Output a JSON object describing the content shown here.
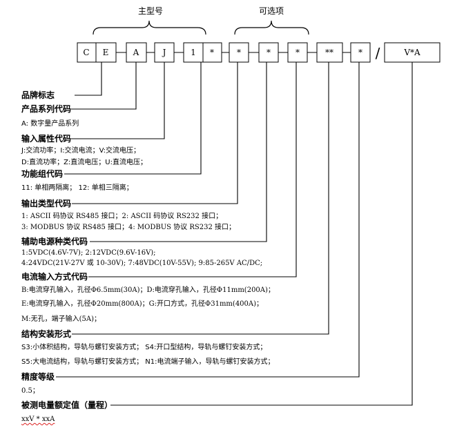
{
  "groups": {
    "main": "主型号",
    "optional": "可选项"
  },
  "boxes": [
    "C",
    "E",
    "A",
    "J",
    "1",
    "*",
    "*",
    "*",
    "*",
    "**",
    "*",
    "V*A"
  ],
  "slash": "/",
  "sections": {
    "brand": {
      "title": "品牌标志"
    },
    "series": {
      "title": "产品系列代码",
      "lines": [
        "A: 数字量产品系列"
      ]
    },
    "input_attr": {
      "title": "输入属性代码",
      "lines": [
        "J:交流功率；I:交流电流；V:交流电压；",
        "D:直流功率；Z:直流电压；U:直流电压；"
      ]
    },
    "function": {
      "title": "功能组代码",
      "lines": [
        "11: 单相两隔离；  12: 单相三隔离；"
      ]
    },
    "output": {
      "title": "输出类型代码",
      "lines": [
        "1: ASCII 码协议 RS485 接口；2: ASCII 码协议 RS232 接口；",
        "3: MODBUS 协议 RS485 接口；4: MODBUS 协议 RS232 接口；"
      ]
    },
    "aux_power": {
      "title": "辅助电源种类代码",
      "lines": [
        "1:5VDC(4.6V-7V);    2:12VDC(9.6V-16V);",
        "4:24VDC(21V-27V 或 10-30V);  7:48VDC(10V-55V);   9:85-265V AC/DC;"
      ]
    },
    "current_in": {
      "title": "电流输入方式代码",
      "lines": [
        "B:电流穿孔输入，孔径Φ6.5mm(30A)；D:电流穿孔输入，孔径Φ11mm(200A)；",
        "E:电流穿孔输入，孔径Φ20mm(800A)；G:开口方式，孔径Φ31mm(400A)；",
        "M:无孔，端子输入(5A)；"
      ]
    },
    "install": {
      "title": "结构安装形式",
      "lines": [
        "S3:小体积结构，导轨与螺钉安装方式；    S4:开口型结构，导轨与螺钉安装方式；",
        "S5:大电流结构，导轨与螺钉安装方式；    N1:电流端子输入，导轨与螺钉安装方式；"
      ]
    },
    "accuracy": {
      "title": "精度等级",
      "lines": [
        "0.5；"
      ]
    },
    "rated": {
      "title": "被测电量额定值（量程）",
      "lines": [
        "xxV * xxA"
      ]
    }
  }
}
